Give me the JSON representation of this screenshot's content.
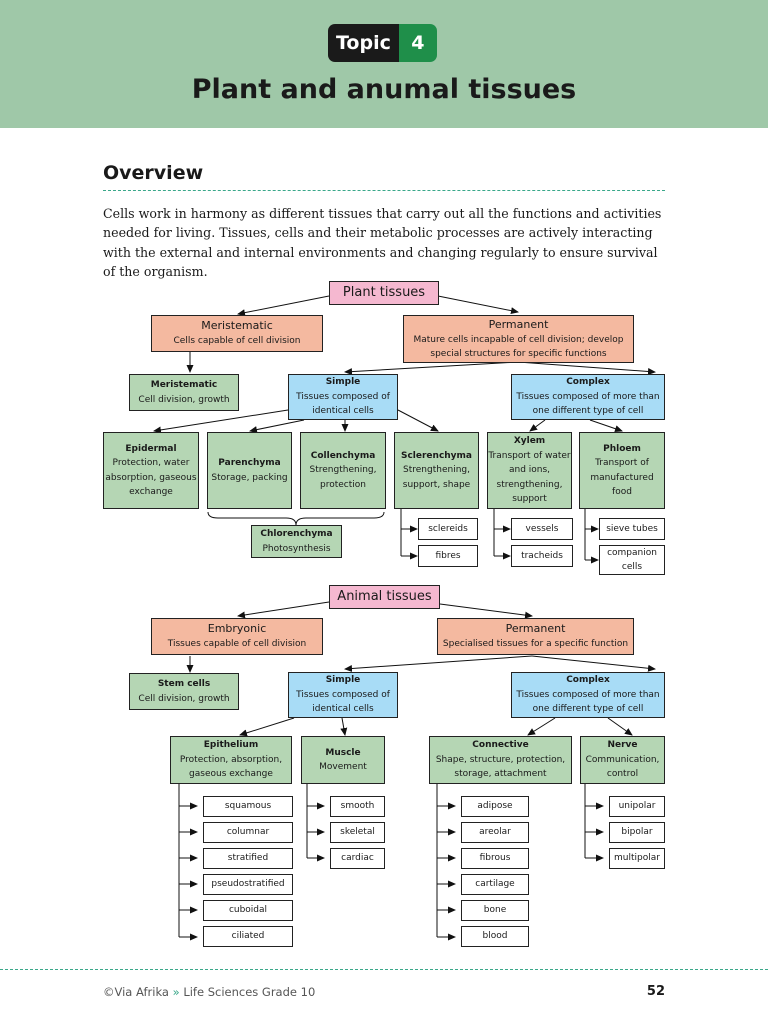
{
  "header": {
    "topic_word": "Topic",
    "topic_number": "4",
    "title": "Plant and anumal tissues"
  },
  "overview": {
    "heading": "Overview",
    "text": "Cells work in harmony as different tissues that carry out all the functions and activities needed for living. Tissues, cells and their metabolic processes are actively interacting with the external and internal environments and changing regularly to ensure survival of the organism."
  },
  "plant": {
    "root": "Plant tissues",
    "meristematic": {
      "title": "Meristematic",
      "desc": "Cells capable of cell division"
    },
    "permanent": {
      "title": "Permanent",
      "desc": "Mature cells incapable of cell division; develop special structures for specific functions"
    },
    "meristematic2": {
      "title": "Meristematic",
      "desc": "Cell division, growth"
    },
    "simple": {
      "title": "Simple",
      "desc": "Tissues composed of identical cells"
    },
    "complex": {
      "title": "Complex",
      "desc": "Tissues composed of more than one different type of cell"
    },
    "epidermal": {
      "title": "Epidermal",
      "desc": "Protection, water absorption, gaseous exchange"
    },
    "parenchyma": {
      "title": "Parenchyma",
      "desc": "Storage, packing"
    },
    "collenchyma": {
      "title": "Collenchyma",
      "desc": "Strengthening, protection"
    },
    "sclerenchyma": {
      "title": "Sclerenchyma",
      "desc": "Strengthening, support, shape"
    },
    "xylem": {
      "title": "Xylem",
      "desc": "Transport of water and ions, strengthening, support"
    },
    "phloem": {
      "title": "Phloem",
      "desc": "Transport of manufactured food"
    },
    "chlorenchyma": {
      "title": "Chlorenchyma",
      "desc": "Photosynthesis"
    },
    "scler_items": [
      "sclereids",
      "fibres"
    ],
    "xylem_items": [
      "vessels",
      "tracheids"
    ],
    "phloem_items": [
      "sieve tubes",
      "companion cells"
    ]
  },
  "animal": {
    "root": "Animal  tissues",
    "embryonic": {
      "title": "Embryonic",
      "desc": "Tissues capable of cell division"
    },
    "permanent": {
      "title": "Permanent",
      "desc": "Specialised tissues for a specific function"
    },
    "stem": {
      "title": "Stem cells",
      "desc": "Cell division, growth"
    },
    "simple": {
      "title": "Simple",
      "desc": "Tissues composed of identical cells"
    },
    "complex": {
      "title": "Complex",
      "desc": "Tissues composed of more than one different type of cell"
    },
    "epithelium": {
      "title": "Epithelium",
      "desc": "Protection, absorption, gaseous exchange"
    },
    "muscle": {
      "title": "Muscle",
      "desc": "Movement"
    },
    "connective": {
      "title": "Connective",
      "desc": "Shape, structure, protection, storage, attachment"
    },
    "nerve": {
      "title": "Nerve",
      "desc": "Communication, control"
    },
    "epithelium_items": [
      "squamous",
      "columnar",
      "stratified",
      "pseudostratified",
      "cuboidal",
      "ciliated"
    ],
    "muscle_items": [
      "smooth",
      "skeletal",
      "cardiac"
    ],
    "connective_items": [
      "adipose",
      "areolar",
      "fibrous",
      "cartilage",
      "bone",
      "blood"
    ],
    "nerve_items": [
      "unipolar",
      "bipolar",
      "multipolar"
    ]
  },
  "footer": {
    "publisher": "©Via Afrika",
    "separator": "»",
    "book": "Life Sciences Grade 10",
    "page": "52"
  }
}
